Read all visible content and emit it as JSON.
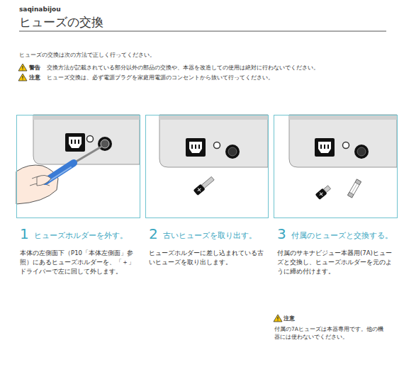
{
  "diagram": {
    "title": "ヒューズの交換",
    "nodes": [
      {
        "text": [
          "1",
          "ヒューズホルダーを外す。",
          "本体の左側面下（P10「本体左側面」参照）にあるヒューズホルダーを、「＋」ドライバーで左に回して外します。"
        ]
      },
      {
        "text": [
          "2",
          "古いヒューズを取り出す。",
          "ヒューズホルダーに差し込まれている古いヒューズを取り出します。"
        ]
      },
      {
        "text": [
          "3",
          "付属のヒューズと交換する。",
          "付属のサキナビジュー本器用(7A)ヒューズと交換し、ヒューズホルダーを元のように締め付けます。"
        ]
      }
    ],
    "labels": [
      "saqinabijou",
      "ヒューズの交換は次の方法で正しく行ってください。",
      "警告",
      "交換方法が記載されている部分以外の部品の交換や、本器を改造しての使用は絶対に行わないでください。",
      "注意",
      "ヒューズ交換は、必ず電源プラグを家庭用電源のコンセントから抜いて行ってください。",
      "注意",
      "付属の7Aヒューズは本器専用です。他の機器には使わないでください。"
    ]
  }
}
